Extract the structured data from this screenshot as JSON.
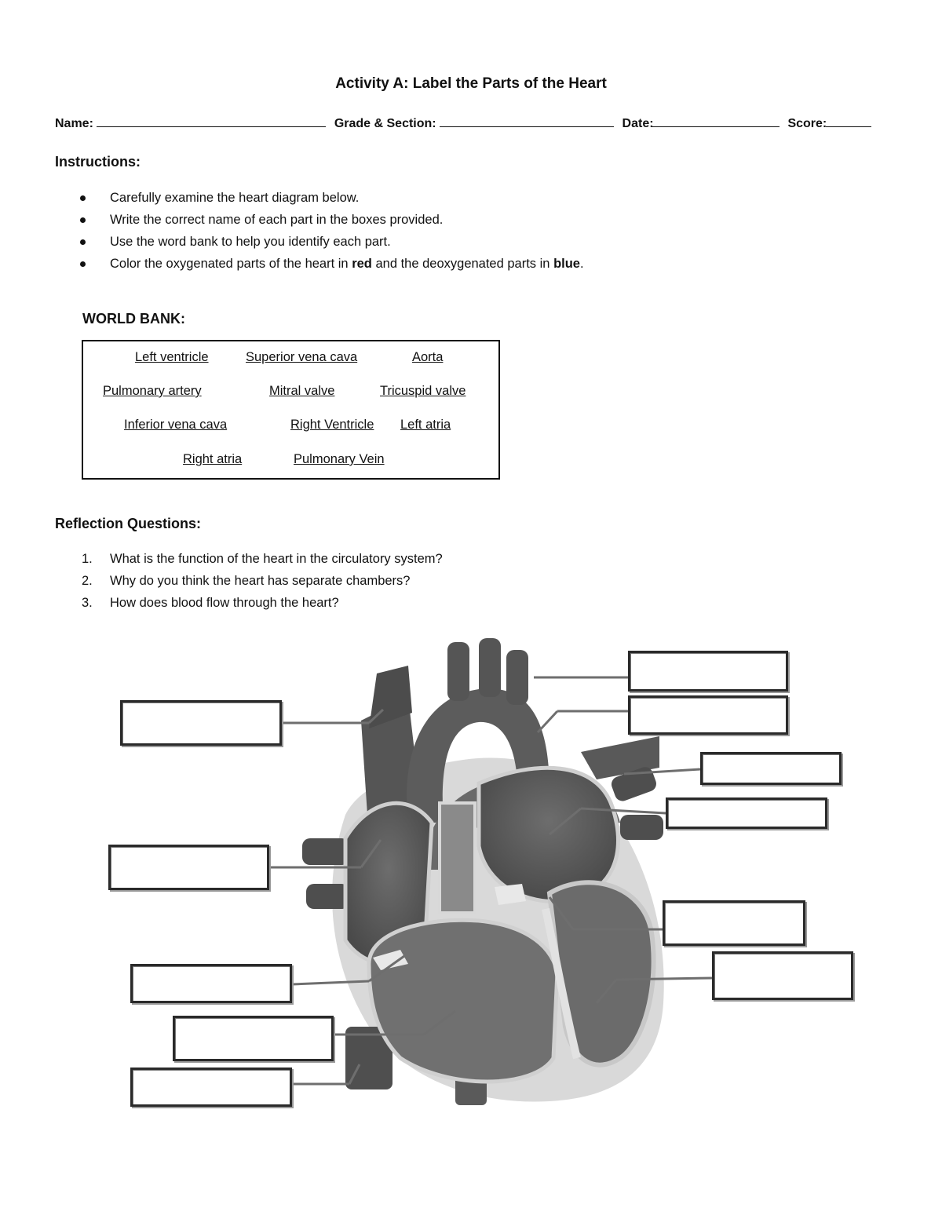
{
  "title": "Activity A: Label the Parts of the Heart",
  "header": {
    "name_label": "Name:",
    "grade_label": "Grade & Section:",
    "date_label": "Date:",
    "score_label": "Score:"
  },
  "instructions": {
    "heading": "Instructions:",
    "items": [
      "Carefully examine the heart diagram below.",
      "Write the correct name of each part in the boxes provided.",
      "Use the word bank to help you identify each part."
    ],
    "color_item": {
      "before": "Color the oxygenated parts of the heart in ",
      "red": "red",
      "middle": " and the deoxygenated parts in ",
      "blue": "blue",
      "end": "."
    }
  },
  "word_bank": {
    "heading": "WORLD BANK:",
    "words": [
      "Left ventricle",
      "Superior vena cava",
      "Aorta",
      "Pulmonary artery",
      "Mitral valve",
      "Tricuspid valve",
      "Inferior vena cava",
      "Right Ventricle",
      "Left atria",
      "Right atria",
      "Pulmonary Vein"
    ]
  },
  "reflection": {
    "heading": "Reflection Questions:",
    "questions": [
      {
        "num": "1.",
        "text": "What is the function of the heart in the circulatory system?"
      },
      {
        "num": "2.",
        "text": "Why do you think the heart has separate chambers?"
      },
      {
        "num": "3.",
        "text": "How does blood flow through the heart?"
      }
    ]
  },
  "diagram": {
    "label_box_count": 11,
    "colors": {
      "grayscale_dark": "#4a4a4a",
      "grayscale_mid": "#7d7d7d",
      "grayscale_light": "#bdbdbd"
    }
  }
}
